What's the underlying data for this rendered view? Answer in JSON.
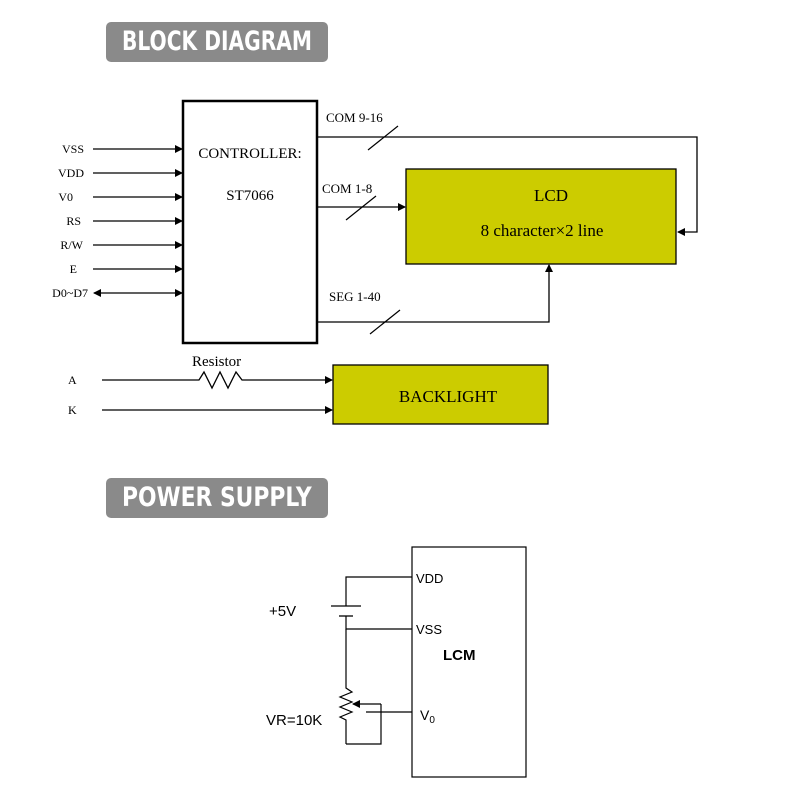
{
  "headings": {
    "block_diagram": "BLOCK DIAGRAM",
    "power_supply": "POWER SUPPLY"
  },
  "controller": {
    "line1": "CONTROLLER:",
    "line2": "ST7066"
  },
  "pins": [
    "VSS",
    "VDD",
    "V0",
    "RS",
    "R/W",
    "E",
    "D0~D7"
  ],
  "buses": {
    "com_high": "COM 9-16",
    "com_low": "COM 1-8",
    "seg": "SEG 1-40"
  },
  "lcd": {
    "title": "LCD",
    "subtitle": "8 character×2 line"
  },
  "backlight": {
    "label": "BACKLIGHT",
    "pin_a": "A",
    "pin_k": "K",
    "resistor": "Resistor"
  },
  "power": {
    "supply": "+5V",
    "vr": "VR=10K",
    "vdd": "VDD",
    "vss": "VSS",
    "v0": "V",
    "v0_sub": "0",
    "lcm": "LCM"
  },
  "colors": {
    "heading_bg": "#8a8a8a",
    "block_fill": "#cccc00",
    "line": "#000000"
  }
}
